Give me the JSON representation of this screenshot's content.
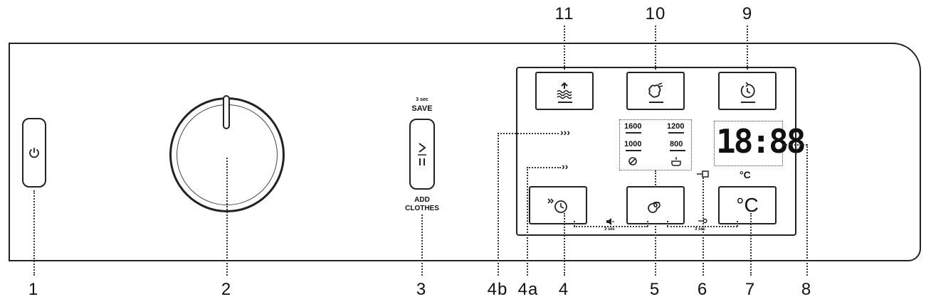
{
  "callouts": {
    "n1": "1",
    "n2": "2",
    "n3": "3",
    "n4b": "4b",
    "n4a": "4a",
    "n4": "4",
    "n5": "5",
    "n6": "6",
    "n7": "7",
    "n8": "8",
    "n9": "9",
    "n10": "10",
    "n11": "11"
  },
  "pause_button": {
    "top_hint": "3 sec",
    "top_label": "SAVE",
    "bottom_label_line1": "ADD",
    "bottom_label_line2": "CLOTHES"
  },
  "spin_options": {
    "opt_1600": "1600",
    "opt_1200": "1200",
    "opt_1000": "1000",
    "opt_800": "800"
  },
  "display": {
    "time": "18:88",
    "temp_unit": "°C"
  },
  "buttons": {
    "temp_label": "°C"
  },
  "hints": {
    "hold_3sec_a": "3 sec",
    "hold_3sec_b": "3 sec"
  },
  "icons": {
    "power": "power-icon",
    "start_pause": "start-pause-icon",
    "water_plus": "water-plus-icon",
    "stain": "stain-icon",
    "delay_end": "delay-end-icon",
    "quick_wash": "quick-wash-icon",
    "spin": "spin-icon",
    "child_lock": "key-lock-icon",
    "sound": "speaker-icon"
  }
}
